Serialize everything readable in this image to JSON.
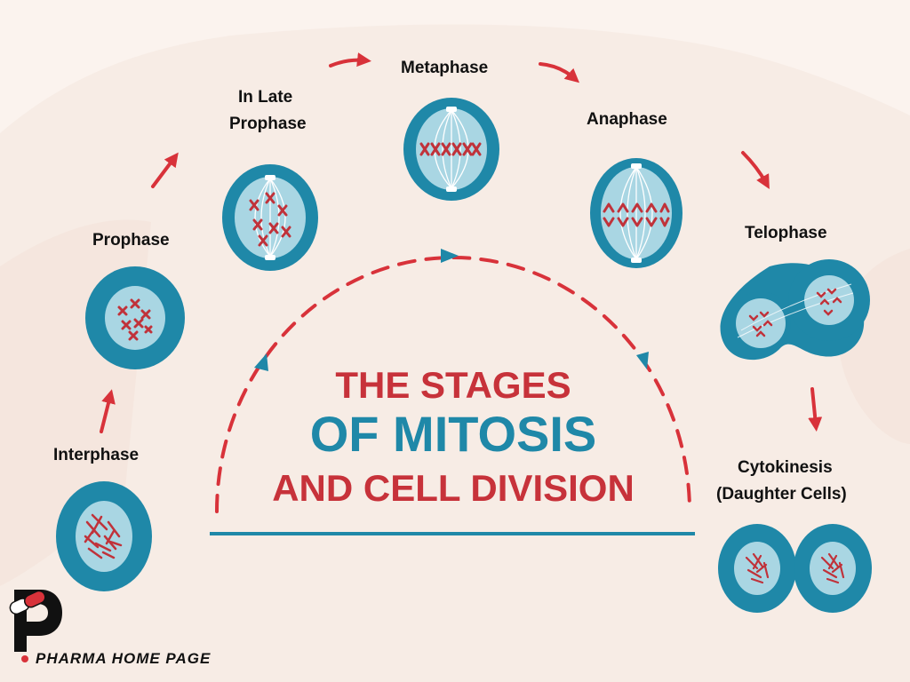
{
  "title": {
    "line1": "THE STAGES",
    "line2": "OF MITOSIS",
    "line3": "AND CELL DIVISION"
  },
  "stages": [
    {
      "id": "interphase",
      "label": "Interphase"
    },
    {
      "id": "prophase",
      "label": "Prophase"
    },
    {
      "id": "late-prophase",
      "label_line1": "In Late",
      "label_line2": "Prophase"
    },
    {
      "id": "metaphase",
      "label": "Metaphase"
    },
    {
      "id": "anaphase",
      "label": "Anaphase"
    },
    {
      "id": "telophase",
      "label": "Telophase"
    },
    {
      "id": "cytokinesis",
      "label_line1": "Cytokinesis",
      "label_line2": "(Daughter Cells)"
    }
  ],
  "brand": {
    "name": "PHARMA HOME PAGE",
    "logo_letter": "P"
  },
  "colors": {
    "background": "#f7ece5",
    "cell_outer": "#1f88a8",
    "cell_inner": "#a9d6e3",
    "chromosome": "#c0323a",
    "arrow": "#d8323a",
    "title_red": "#c7323a",
    "title_blue": "#1f88a8"
  }
}
